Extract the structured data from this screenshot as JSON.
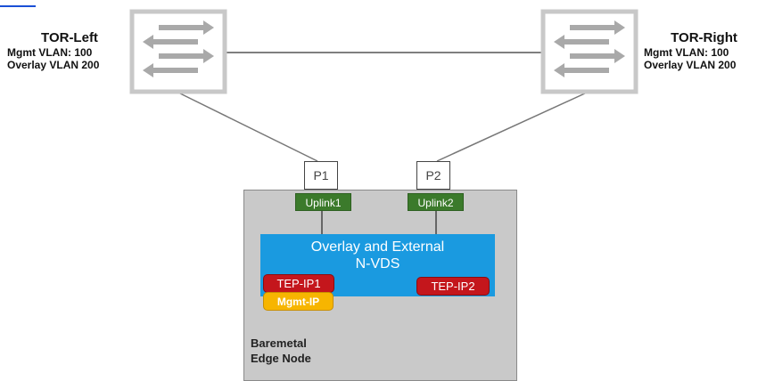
{
  "tor_left": {
    "title": "TOR-Left",
    "mgmt_vlan": "Mgmt VLAN: 100",
    "overlay_vlan": "Overlay VLAN 200"
  },
  "tor_right": {
    "title": "TOR-Right",
    "mgmt_vlan": "Mgmt VLAN: 100",
    "overlay_vlan": "Overlay VLAN 200"
  },
  "ports": {
    "p1": "P1",
    "p2": "P2"
  },
  "uplinks": {
    "uplink1": "Uplink1",
    "uplink2": "Uplink2"
  },
  "nvds": {
    "line1": "Overlay and External",
    "line2": "N-VDS"
  },
  "tep": {
    "ip1": "TEP-IP1",
    "ip2": "TEP-IP2"
  },
  "mgmt_ip": "Mgmt-IP",
  "edge_node": {
    "line1": "Baremetal",
    "line2": "Edge Node"
  },
  "colors": {
    "switch_border": "#c8c8c8",
    "arrow": "#a9a9a9",
    "uplink": "#3b7a2b",
    "nvds": "#1a9ae0",
    "tep": "#c4161c",
    "mgmt": "#f7b500",
    "edge_box": "#c9c9c9"
  }
}
